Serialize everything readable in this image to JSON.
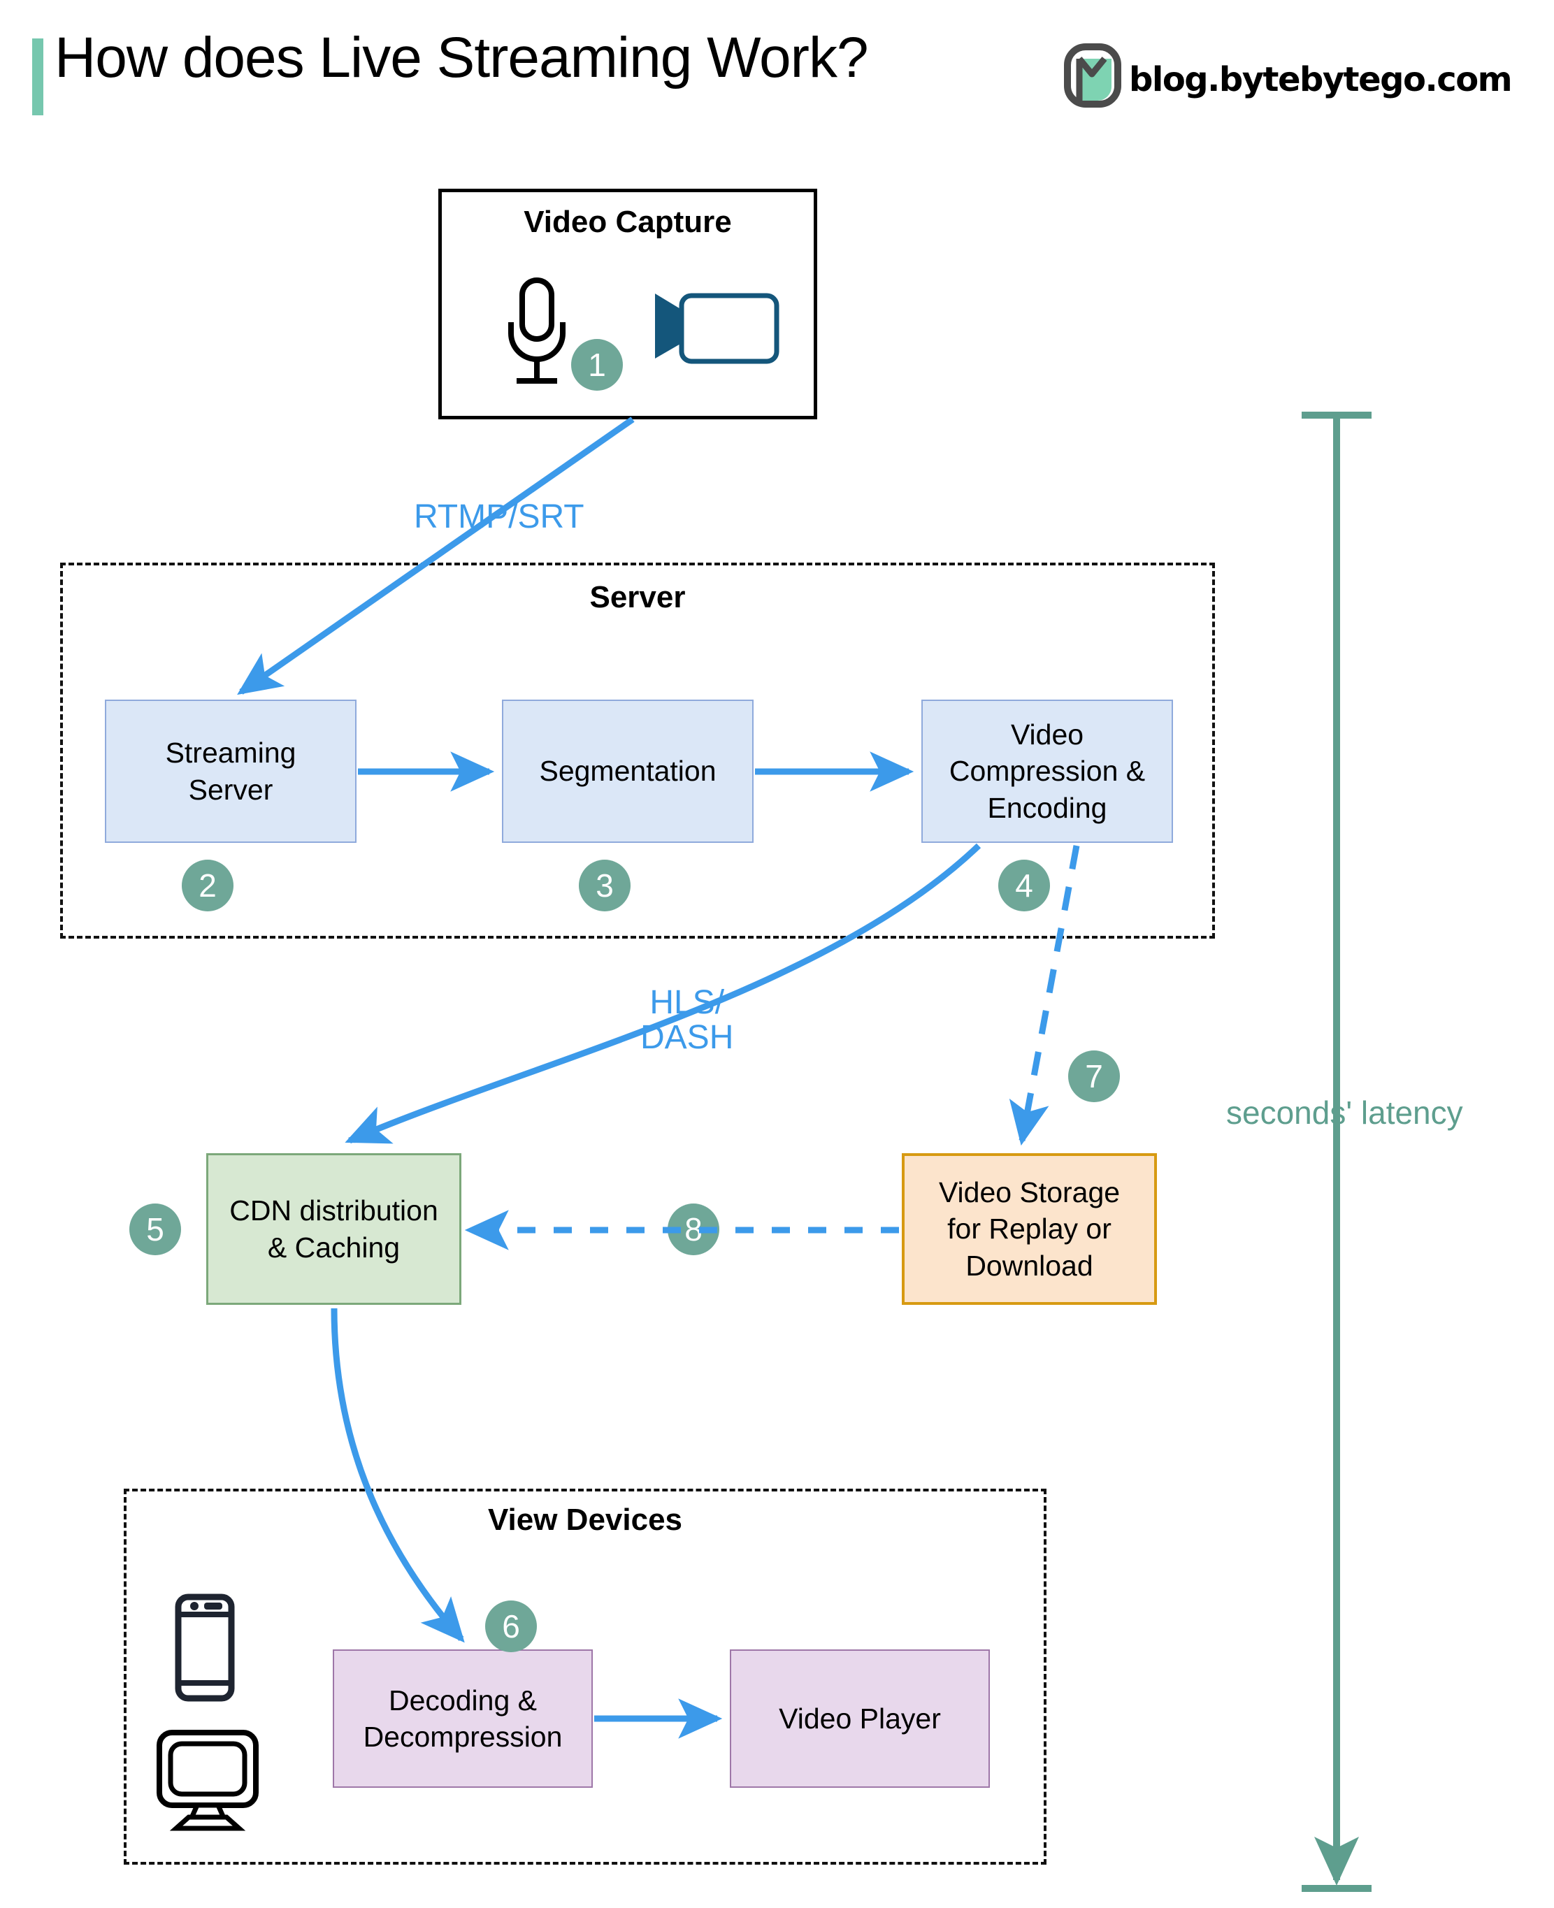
{
  "header": {
    "title": "How does Live Streaming Work?",
    "brand_url": "blog.bytebytego.com",
    "accent_color": "#76C7AE"
  },
  "colors": {
    "flow_blue": "#3C9AEA",
    "badge_green": "#6FA798",
    "latency_teal": "#5E9E8E",
    "node_blue_fill": "#DBE7F7",
    "node_blue_border": "#8FAADC",
    "node_green_fill": "#D7E8D2",
    "node_green_border": "#7CA87A",
    "node_orange_fill": "#FCE4CC",
    "node_orange_border": "#D79A12",
    "node_purple_fill": "#E8D8EC",
    "node_purple_border": "#9E77A8",
    "camera_icon": "#14567B"
  },
  "groups": {
    "video_capture": {
      "title": "Video Capture"
    },
    "server": {
      "title": "Server"
    },
    "view_devices": {
      "title": "View Devices"
    }
  },
  "nodes": {
    "streaming_server": "Streaming\nServer",
    "segmentation": "Segmentation",
    "video_compression": "Video\nCompression &\nEncoding",
    "cdn": "CDN distribution\n& Caching",
    "video_storage": "Video Storage\nfor Replay or\nDownload",
    "decoding": "Decoding &\nDecompression",
    "video_player": "Video Player"
  },
  "steps": {
    "s1": "1",
    "s2": "2",
    "s3": "3",
    "s4": "4",
    "s5": "5",
    "s6": "6",
    "s7": "7",
    "s8": "8"
  },
  "connectors": {
    "rtmp_srt": "RTMP/SRT",
    "hls_dash": "HLS/\nDASH"
  },
  "annotations": {
    "latency": "seconds' latency"
  },
  "icons": {
    "microphone": "microphone-icon",
    "camera": "video-camera-icon",
    "phone": "mobile-phone-icon",
    "monitor": "desktop-monitor-icon",
    "logo": "bytebytego-logo-icon"
  }
}
